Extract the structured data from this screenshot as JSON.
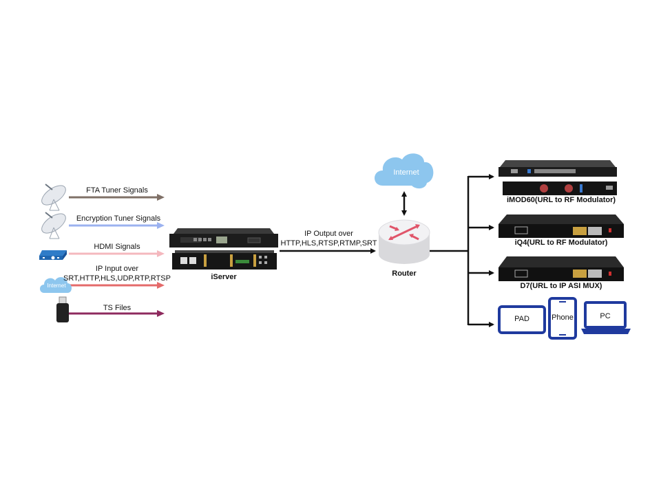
{
  "inputs": [
    {
      "label": "FTA Tuner Signals",
      "icon": "satellite-dish-icon",
      "color": "#7f7067"
    },
    {
      "label": "Encryption Tuner Signals",
      "icon": "satellite-dish-icon",
      "color": "#9bb2f0"
    },
    {
      "label": "HDMI Signals",
      "icon": "hdmi-device-icon",
      "color": "#f4b8be"
    },
    {
      "label_line1": "IP Input over",
      "label_line2": "SRT,HTTP,HLS,UDP,RTP,RTSP",
      "icon": "internet-cloud-icon",
      "icon_text": "Internet",
      "color": "#e46a6a"
    },
    {
      "label": "TS Files",
      "icon": "usb-drive-icon",
      "color": "#8e2a5e"
    }
  ],
  "server": {
    "label": "iServer"
  },
  "ip_output": {
    "line1": "IP Output over",
    "line2": "HTTP,HLS,RTSP,RTMP,SRT"
  },
  "internet": {
    "label": "Internet",
    "color": "#8dc6ee"
  },
  "router": {
    "label": "Router",
    "arrow_color": "#e0556a"
  },
  "outputs": [
    {
      "label": "iMOD60(URL to RF Modulator)"
    },
    {
      "label": "iQ4(URL to RF Modulator)"
    },
    {
      "label": "D7(URL to IP ASI MUX)"
    }
  ],
  "clients": [
    {
      "label": "PAD"
    },
    {
      "label": "Phone"
    },
    {
      "label": "PC"
    }
  ],
  "client_color": "#1f3a9e"
}
